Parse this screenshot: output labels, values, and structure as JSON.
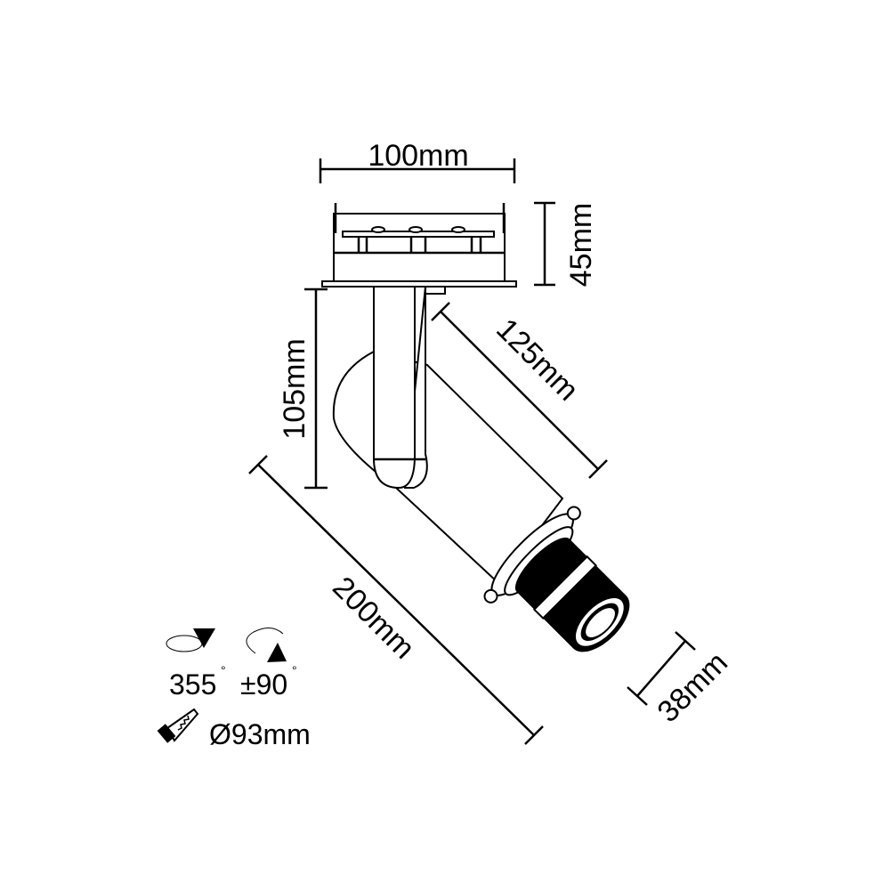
{
  "dimensions": {
    "width": "100mm",
    "height_housing": "45mm",
    "height_stem": "105mm",
    "arm_length": "125mm",
    "total_length": "200mm",
    "head_diameter": "38mm"
  },
  "specs": {
    "rotation_horizontal": "355",
    "tilt": "±90",
    "degree_symbol": "°",
    "cutout": "Ø93mm"
  },
  "icons": [
    "horizontal-rotation-icon",
    "tilt-rotation-icon",
    "saw-cutout-icon"
  ],
  "colors": {
    "line": "#000000",
    "background": "#ffffff"
  }
}
